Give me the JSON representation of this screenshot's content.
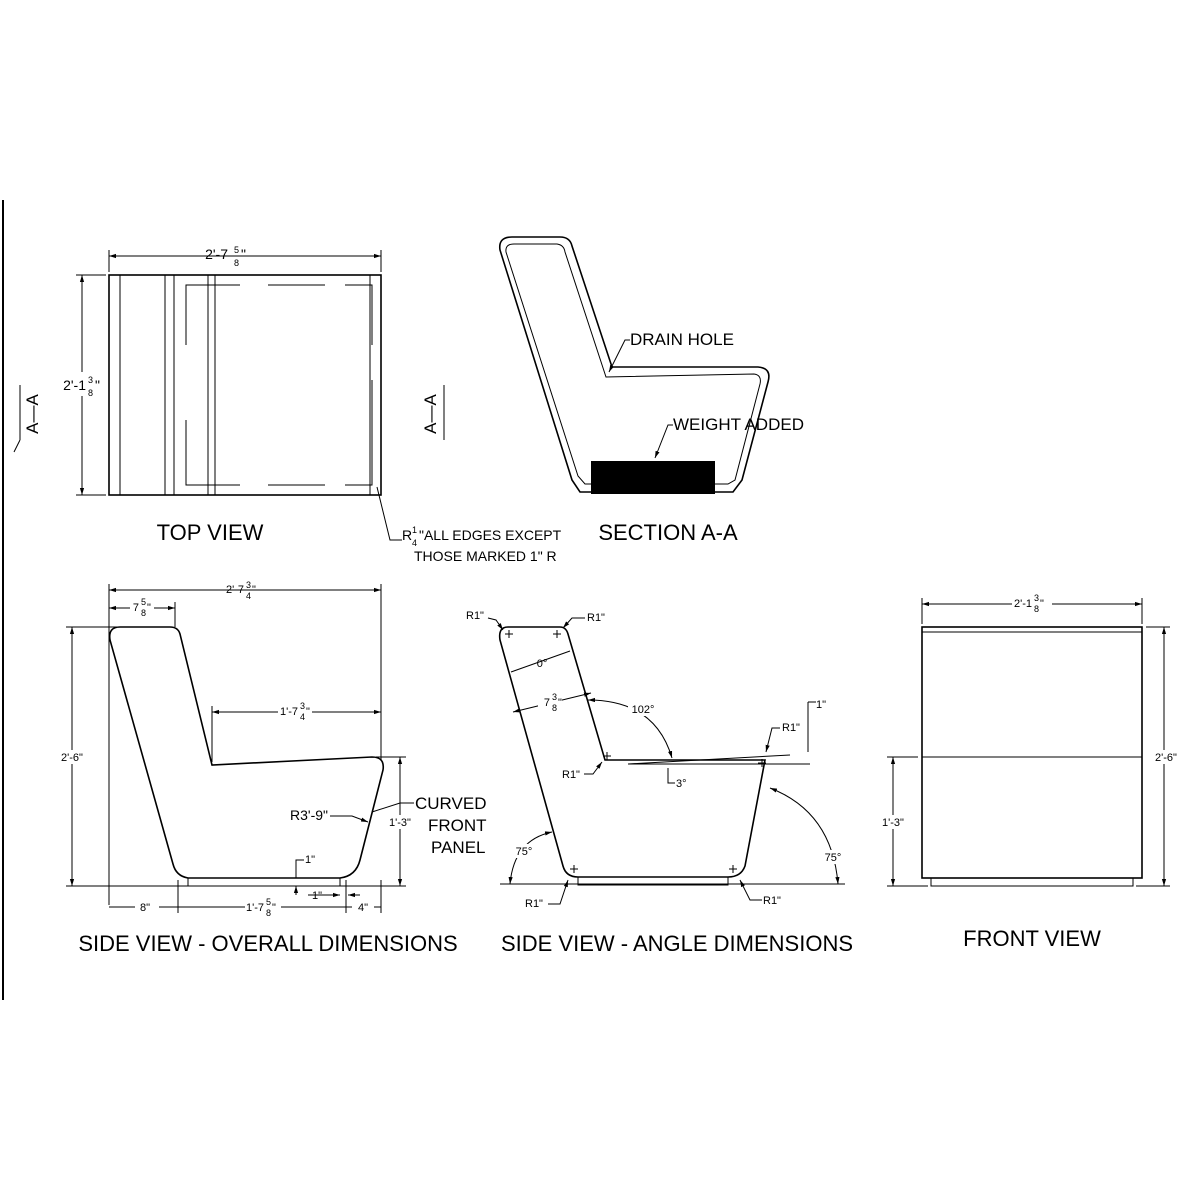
{
  "views": {
    "top": {
      "title": "TOP VIEW",
      "width_dim": "2'-7",
      "width_frac_num": "5",
      "width_frac_den": "8",
      "width_inch": "\"",
      "depth_dim": "2'-1",
      "depth_frac_num": "3",
      "depth_frac_den": "8",
      "depth_inch": "\"",
      "section_mark_left": "A—A",
      "section_mark_right": "A—A",
      "edge_note_prefix": "R",
      "edge_note_num": "1",
      "edge_note_den": "4",
      "edge_note_line1": "\"ALL EDGES EXCEPT",
      "edge_note_line2": "THOSE MARKED 1\" R"
    },
    "section": {
      "title": "SECTION A-A",
      "drain_label": "DRAIN HOLE",
      "weight_label": "WEIGHT ADDED"
    },
    "side_overall": {
      "title": "SIDE VIEW - OVERALL DIMENSIONS",
      "overall_width": "2'-7",
      "overall_width_num": "3",
      "overall_width_den": "4",
      "overall_width_inch": "\"",
      "back_top": "7",
      "back_top_num": "5",
      "back_top_den": "8",
      "back_top_inch": "\"",
      "seat_depth": "1'-7",
      "seat_depth_num": "3",
      "seat_depth_den": "4",
      "seat_depth_inch": "\"",
      "height": "2'-6\"",
      "seat_height": "1'-3\"",
      "radius": "R3'-9\"",
      "curved_label_1": "CURVED",
      "curved_label_2": "FRONT",
      "curved_label_3": "PANEL",
      "base_height": "1\"",
      "base_inset": "1\"",
      "bottom_left": "8\"",
      "bottom_mid": "1'-7",
      "bottom_mid_num": "5",
      "bottom_mid_den": "8",
      "bottom_mid_inch": "\"",
      "bottom_right": "4\""
    },
    "side_angle": {
      "title": "SIDE VIEW - ANGLE DIMENSIONS",
      "r_top_left": "R1\"",
      "r_top_right": "R1\"",
      "top_angle": "0°",
      "back_width": "7",
      "back_width_num": "3",
      "back_width_den": "8",
      "back_width_inch": "\"",
      "back_angle": "102°",
      "seat_thickness": "1\"",
      "r_seat_front": "R1\"",
      "r_seat_back": "R1\"",
      "seat_angle": "3°",
      "front_angle": "75°",
      "rear_angle": "75°",
      "r_bottom_left": "R1\"",
      "r_bottom_right": "R1\""
    },
    "front": {
      "title": "FRONT VIEW",
      "width": "2'-1",
      "width_num": "3",
      "width_den": "8",
      "width_inch": "\"",
      "height": "2'-6\"",
      "seat_height": "1'-3\""
    }
  }
}
